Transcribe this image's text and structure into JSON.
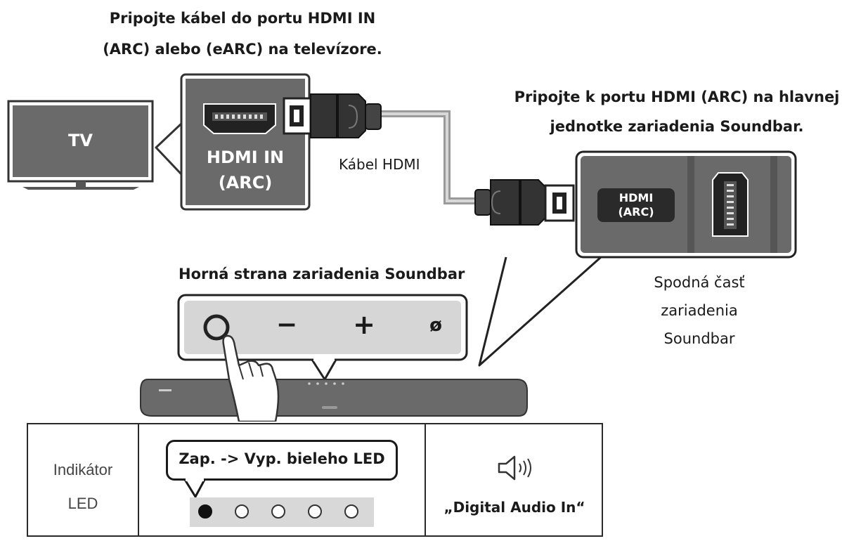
{
  "texts": {
    "tv_instruction_line1": "Pripojte kábel do portu HDMI IN",
    "tv_instruction_line2": "(ARC) alebo (eARC) na televízore.",
    "tv_label": "TV",
    "tv_port_line1": "HDMI IN",
    "tv_port_line2": "(ARC)",
    "cable_label": "Kábel HDMI",
    "soundbar_instruction_line1": "Pripojte k portu HDMI (ARC) na hlavnej",
    "soundbar_instruction_line2": "jednotke zariadenia Soundbar.",
    "soundbar_port_line1": "HDMI",
    "soundbar_port_line2": "(ARC)",
    "top_label": "Horná strana zariadenia Soundbar",
    "bottom_label_line1": "Spodná časť",
    "bottom_label_line2": "zariadenia",
    "bottom_label_line3": "Soundbar",
    "button_minus": "−",
    "button_plus": "+",
    "button_mic": "ø"
  },
  "led_table": {
    "label_line1": "Indikátor",
    "label_line2": "LED",
    "callout": "Zap. -> Vyp. bieleho LED",
    "leds": [
      true,
      false,
      false,
      false,
      false
    ],
    "mode": "„Digital Audio In“",
    "speaker_icon": "speaker-icon"
  }
}
